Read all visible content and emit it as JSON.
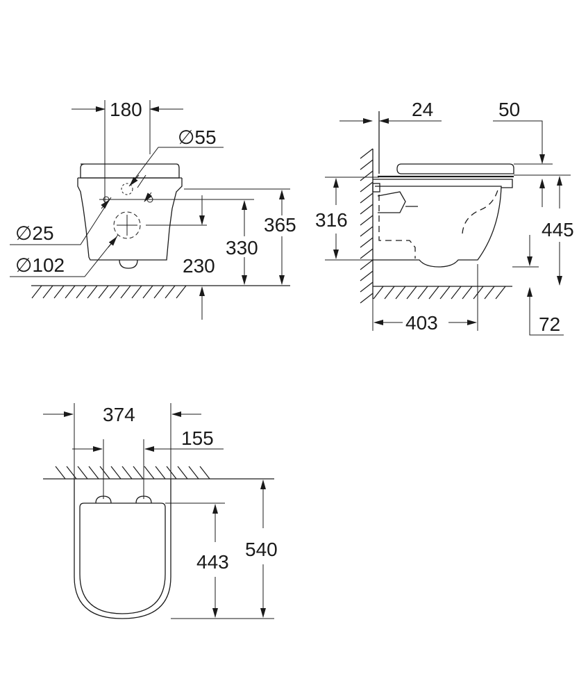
{
  "colors": {
    "ink": "#1a1a1a",
    "background": "#ffffff"
  },
  "front_view": {
    "width_180": "180",
    "dia_55": "∅55",
    "dia_25": "∅25",
    "dia_102": "∅102",
    "height_230": "230",
    "height_330": "330",
    "height_365": "365"
  },
  "side_view": {
    "offset_24": "24",
    "offset_50": "50",
    "height_316": "316",
    "height_445": "445",
    "depth_403": "403",
    "gap_72": "72"
  },
  "top_view": {
    "width_374": "374",
    "spacing_155": "155",
    "length_443": "443",
    "length_540": "540"
  }
}
